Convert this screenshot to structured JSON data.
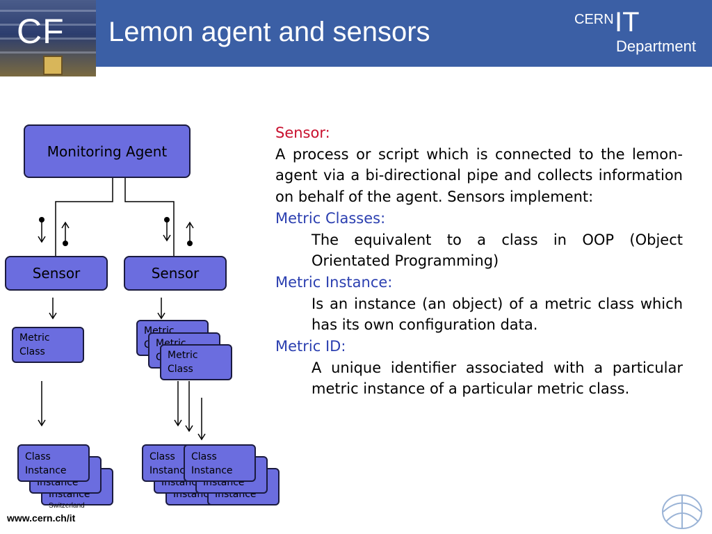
{
  "header": {
    "cf_logo": "CF",
    "title": "Lemon agent and sensors",
    "logo_cern": "CERN",
    "logo_it": "IT",
    "logo_department": "Department"
  },
  "diagram": {
    "monitoring_agent": "Monitoring Agent",
    "sensor_left": "Sensor",
    "sensor_right": "Sensor",
    "metric_class_label": "Metric\nClass",
    "class_instance_label": "Class\nInstance"
  },
  "text": {
    "sensor_heading": "Sensor:",
    "sensor_body": "A process or script which is connected to the lemon-agent via a bi-directional pipe and collects information on behalf of the agent. Sensors implement:",
    "metric_classes_heading": "Metric Classes:",
    "metric_classes_body": "The equivalent to a class in OOP (Object Orientated Programming)",
    "metric_instance_heading": "Metric Instance:",
    "metric_instance_body": "Is an instance (an object) of a metric class which has its own configuration data.",
    "metric_id_heading": "Metric ID:",
    "metric_id_body": "A unique identifier associated with a particular metric instance of a particular metric class."
  },
  "footer": {
    "url": "www.cern.ch/it",
    "switzerland": "Switzerland"
  },
  "colors": {
    "header_bg": "#3b5fa5",
    "node_fill": "#6b6ddf",
    "heading_red": "#c8102e",
    "heading_blue": "#2b3fb0"
  }
}
